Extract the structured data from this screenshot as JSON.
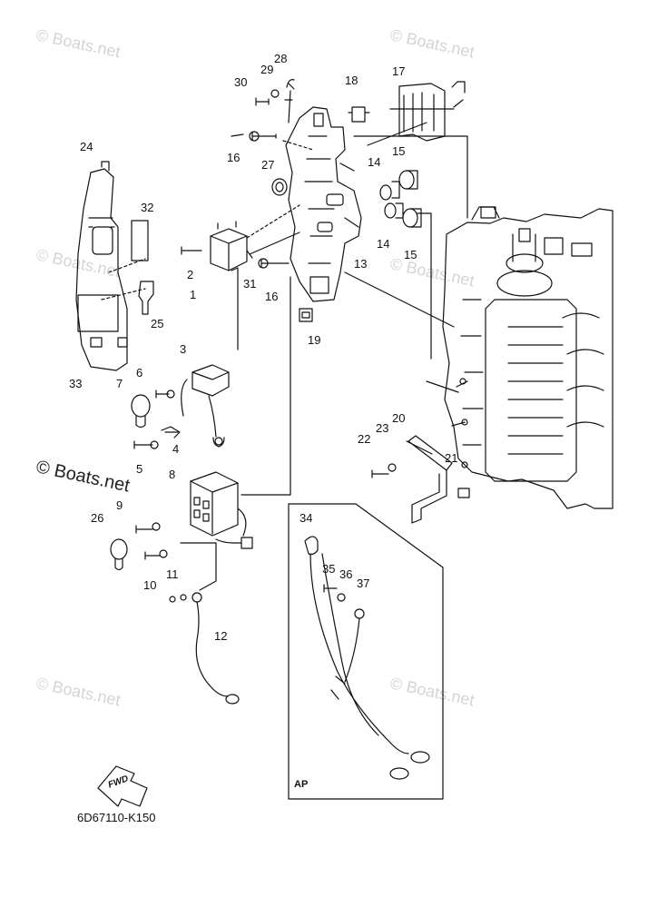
{
  "watermark": "© Boats.net",
  "watermark_main": "© Boats.net",
  "diagram_code": "6D67110-K150",
  "inset_label": "AP",
  "fwd_label": "FWD",
  "callouts": [
    "1",
    "2",
    "3",
    "4",
    "5",
    "6",
    "7",
    "8",
    "9",
    "10",
    "11",
    "12",
    "13",
    "14",
    "14",
    "15",
    "15",
    "16",
    "16",
    "17",
    "18",
    "19",
    "20",
    "21",
    "22",
    "23",
    "24",
    "25",
    "26",
    "27",
    "28",
    "29",
    "30",
    "31",
    "32",
    "33",
    "34",
    "35",
    "36",
    "37"
  ]
}
